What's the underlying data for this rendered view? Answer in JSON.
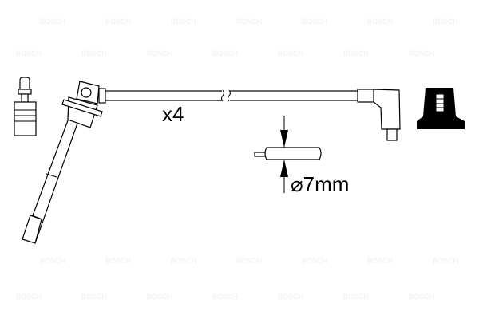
{
  "diagram": {
    "multiplier_label": "x4",
    "diameter_label": "⌀7mm",
    "watermark": "BOSCH",
    "colors": {
      "line": "#000000",
      "background": "#ffffff",
      "watermark": "#eeeeee"
    }
  }
}
